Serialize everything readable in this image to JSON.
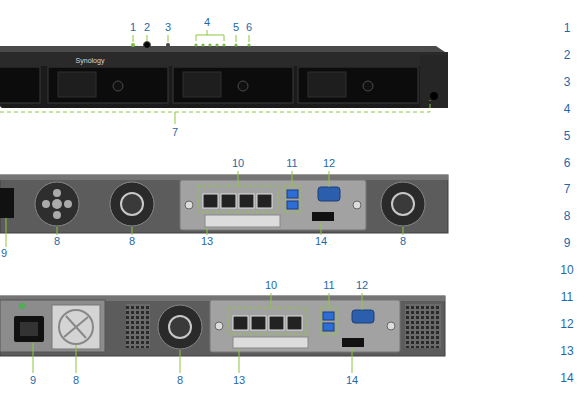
{
  "diagram": {
    "labels": [
      "1",
      "2",
      "3",
      "4",
      "5",
      "6",
      "Synology",
      "7",
      "10",
      "11",
      "12",
      "9",
      "8",
      "8",
      "13",
      "14",
      "8",
      "10",
      "11",
      "12",
      "9",
      "8",
      "8",
      "13",
      "14",
      "1",
      "2",
      "3",
      "4",
      "5",
      "6",
      "7",
      "8",
      "9",
      "10",
      "11",
      "12",
      "13",
      "14"
    ]
  }
}
